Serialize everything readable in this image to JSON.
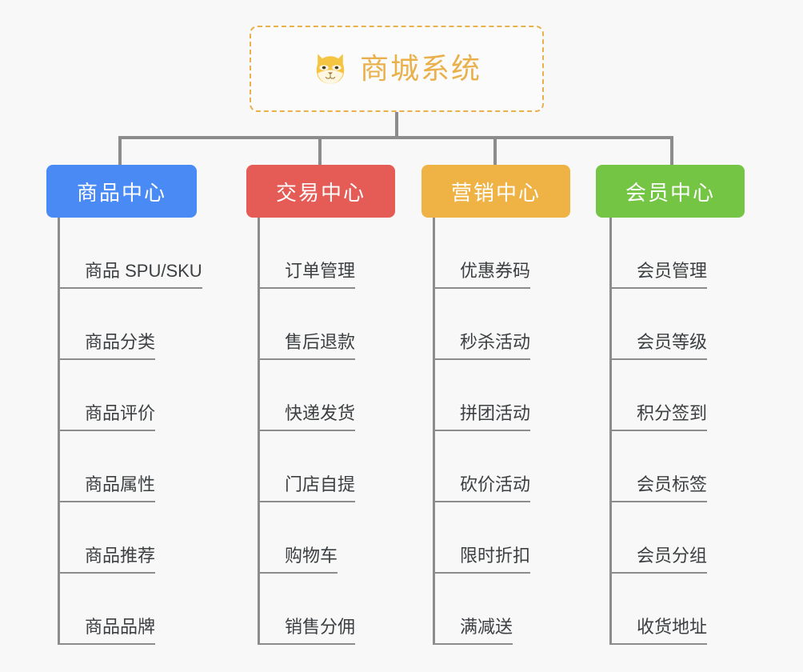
{
  "root": {
    "title": "商城系统",
    "icon": "shiba-dog-icon",
    "border_color": "#e9b04c",
    "text_color": "#e9b04c"
  },
  "canvas": {
    "background": "#f8f8f8",
    "connector_color": "#8c8c8c"
  },
  "branches": [
    {
      "label": "商品中心",
      "color": "#4a8af4",
      "items": [
        "商品 SPU/SKU",
        "商品分类",
        "商品评价",
        "商品属性",
        "商品推荐",
        "商品品牌"
      ]
    },
    {
      "label": "交易中心",
      "color": "#e55b55",
      "items": [
        "订单管理",
        "售后退款",
        "快递发货",
        "门店自提",
        "购物车",
        "销售分佣"
      ]
    },
    {
      "label": "营销中心",
      "color": "#efb244",
      "items": [
        "优惠券码",
        "秒杀活动",
        "拼团活动",
        "砍价活动",
        "限时折扣",
        "满减送"
      ]
    },
    {
      "label": "会员中心",
      "color": "#74c544",
      "items": [
        "会员管理",
        "会员等级",
        "积分签到",
        "会员标签",
        "会员分组",
        "收货地址"
      ]
    }
  ]
}
